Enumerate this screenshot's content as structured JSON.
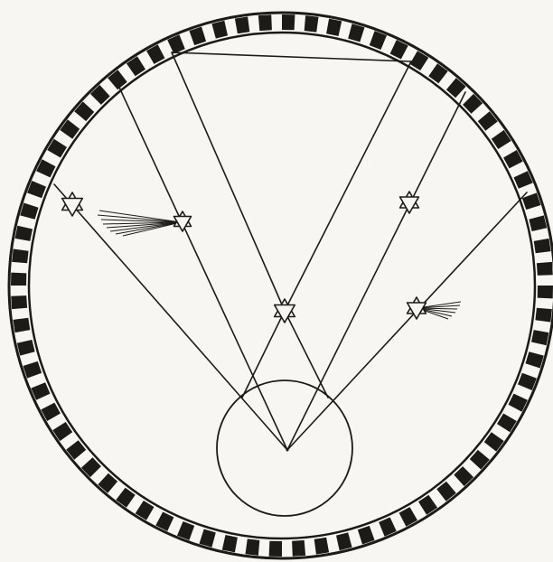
{
  "diagram": {
    "ink_color": "#1d1b18",
    "paper_color": "#f7f6f2",
    "ring_pattern": "alternating-dark-light-blocks",
    "ring_block_count": 72,
    "elements": [
      {
        "name": "outer-ring",
        "kind": "checkered-border"
      },
      {
        "name": "observer-circle",
        "kind": "circle"
      },
      {
        "name": "center-vertex",
        "kind": "point"
      },
      {
        "name": "central-star",
        "kind": "six-point-star"
      },
      {
        "name": "upper-left-star",
        "kind": "six-point-star"
      },
      {
        "name": "left-comet",
        "kind": "comet"
      },
      {
        "name": "upper-right-star",
        "kind": "six-point-star"
      },
      {
        "name": "right-comet",
        "kind": "comet"
      },
      {
        "name": "top-triangle",
        "kind": "triangle"
      },
      {
        "name": "sight-lines",
        "kind": "lines"
      }
    ]
  }
}
